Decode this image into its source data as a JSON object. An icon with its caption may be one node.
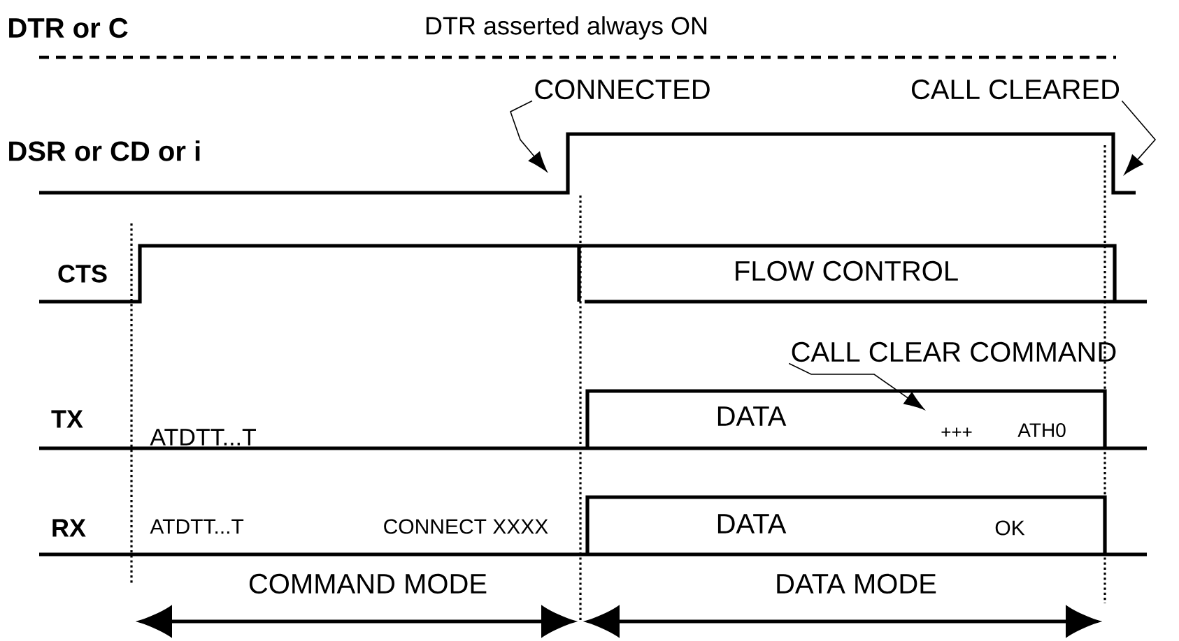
{
  "diagram": {
    "nodes": [
      {
        "text": [
          "CONNECTED"
        ]
      },
      {
        "text": [
          "CALL CLEARED"
        ]
      },
      {
        "text": [
          "CALL CLEAR COMMAND"
        ]
      }
    ],
    "edges": [
      {
        "from": 0,
        "to": null,
        "arrow": "to"
      },
      {
        "from": 1,
        "to": null,
        "arrow": "to"
      },
      {
        "from": 2,
        "to": null,
        "arrow": "to"
      }
    ],
    "labels": [
      "DTR or C",
      "DTR asserted always ON",
      "DSR or CD or i",
      "CTS",
      "FLOW CONTROL",
      "TX",
      "ATDTT...T",
      "DATA",
      "+++",
      "ATH0",
      "RX",
      "ATDTT...T",
      "CONNECT XXXX",
      "DATA",
      "OK",
      "COMMAND MODE",
      "DATA MODE"
    ]
  }
}
